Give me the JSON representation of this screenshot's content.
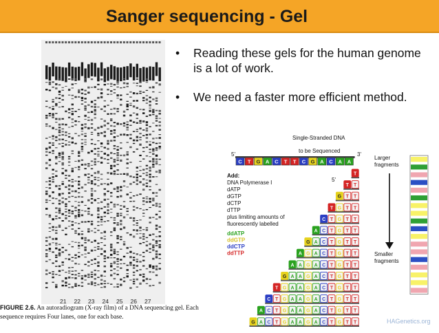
{
  "slide": {
    "title": "Sanger sequencing - Gel",
    "bullets": [
      "Reading these gels for the human genome is a lot of work.",
      "We need a faster more efficient method."
    ],
    "watermark": "HAGenetics.org"
  },
  "gel_figure": {
    "lane_numbers": [
      "21",
      "22",
      "23",
      "24",
      "25",
      "26",
      "27"
    ],
    "caption_label": "FIGURE 2.6.",
    "caption_line1": " An autoradiogram (X-ray film) of a DNA sequencing gel. Each",
    "caption_line2": "sequence requires Four lanes, one for each base."
  },
  "diagram": {
    "template_title_1": "Single-Stranded DNA",
    "template_title_2": "to be Sequenced",
    "five_prime": "5'",
    "three_prime": "3'",
    "template_bases": [
      "C",
      "T",
      "G",
      "A",
      "C",
      "T",
      "T",
      "C",
      "G",
      "A",
      "C",
      "A",
      "A"
    ],
    "add_label": "Add:",
    "reagents": [
      "DNA Polymerase I",
      "dATP",
      "dGTP",
      "dCTP",
      "dTTP",
      "plus limiting amounts of",
      "fluorescently labelled"
    ],
    "dd_labels": [
      {
        "text": "ddATP",
        "color": "#2aa21f"
      },
      {
        "text": "ddGTP",
        "color": "#d6c12a"
      },
      {
        "text": "ddCTP",
        "color": "#2b3fc4"
      },
      {
        "text": "ddTTP",
        "color": "#d42424"
      }
    ],
    "fragments": [
      "T",
      "TT",
      "GTT",
      "TGTT",
      "CTGTT",
      "ACTGTT",
      "GACTGTT",
      "AGACTGTT",
      "AAGACTGTT",
      "GAAGACTGTT",
      "TGAAGACTGTT",
      "CTGAAGACTGTT",
      "ACTGAAGACTGTT",
      "GACTGAAGACTGTT"
    ],
    "larger_label_1": "Larger",
    "larger_label_2": "fragments",
    "smaller_label_1": "Smaller",
    "smaller_label_2": "fragments",
    "base_colors": {
      "A": "#2aa21f",
      "G": "#e6d21e",
      "C": "#2b3fc4",
      "T": "#d42424"
    },
    "band_colors": [
      "#f8f268",
      "#2fa035",
      "#f0a6b0",
      "#2b4fc4",
      "#f0a6b0",
      "#2fa035",
      "#f8f268",
      "#f8f268",
      "#2fa035",
      "#2b4fc4",
      "#f8f268",
      "#f0a6b0",
      "#f0a6b0",
      "#2b4fc4",
      "#f0a6b0",
      "#f8f268",
      "#f8f268",
      "#f0a6b0"
    ]
  }
}
